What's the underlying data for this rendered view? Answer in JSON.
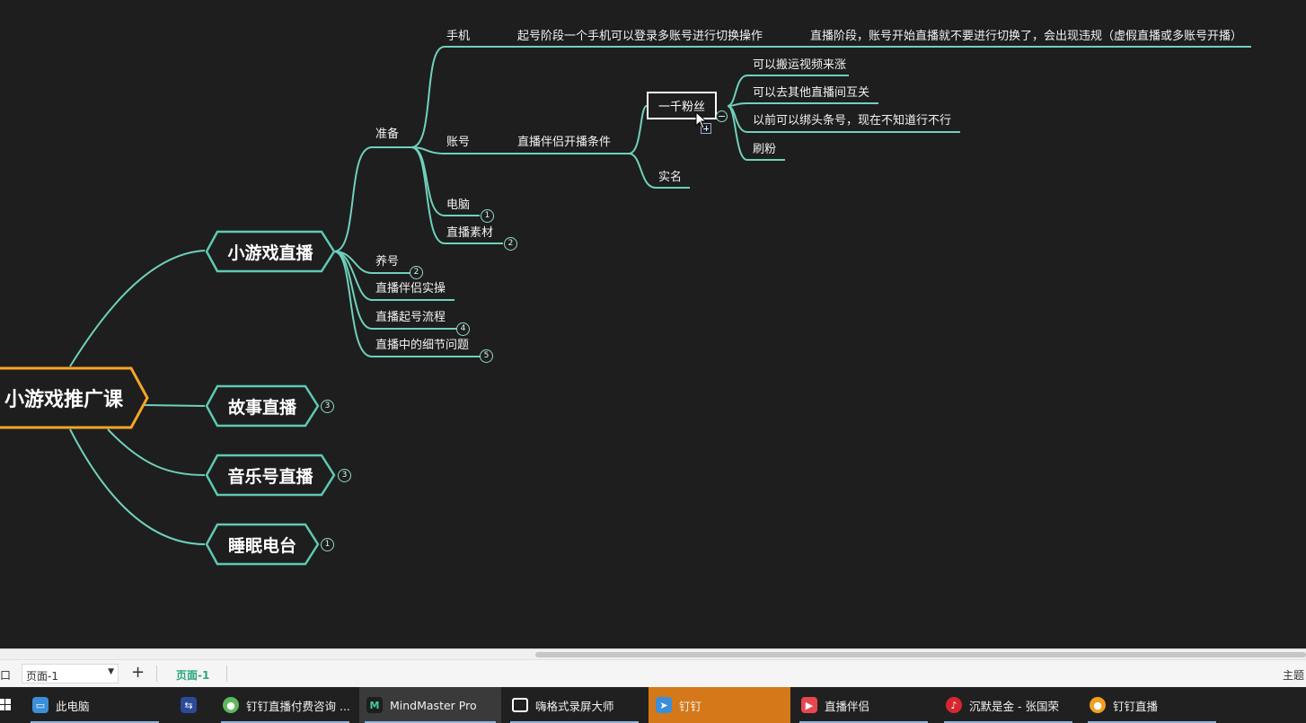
{
  "mindmap": {
    "root": "小游戏推广课",
    "branches": {
      "b1": "小游戏直播",
      "b2": "故事直播",
      "b3": "音乐号直播",
      "b4": "睡眠电台"
    },
    "badges": {
      "b2": "3",
      "b3": "3",
      "b4": "1"
    },
    "prep": "准备",
    "prep_children": {
      "phone": "手机",
      "account": "账号",
      "pc": "电脑",
      "material": "直播素材"
    },
    "phone_detail_1": "起号阶段一个手机可以登录多账号进行切换操作",
    "phone_detail_2": "直播阶段，账号开始直播就不要进行切换了，会出现违规（虚假直播或多账号开播）",
    "account_condition": "直播伴侣开播条件",
    "followers": "一千粉丝",
    "realname": "实名",
    "follower_ways": {
      "w1": "可以搬运视频来涨",
      "w2": "可以去其他直播间互关",
      "w3": "以前可以绑头条号，现在不知道行不行",
      "w4": "刷粉"
    },
    "pc_badge": "1",
    "material_badge": "2",
    "other_items": {
      "raise": "养号",
      "practice": "直播伴侣实操",
      "flow": "直播起号流程",
      "detail": "直播中的细节问题"
    },
    "other_badges": {
      "raise": "2",
      "flow": "4",
      "detail": "5"
    }
  },
  "pagebar": {
    "left_cut": "口",
    "page_select": "页面-1",
    "add": "+",
    "tab": "页面-1",
    "right_cut": "主题"
  },
  "taskbar": {
    "items": [
      {
        "label": "此电脑",
        "icon": "computer-icon"
      },
      {
        "label": "钉钉直播付费咨询 ...",
        "icon": "dingtalk-green-icon"
      },
      {
        "label": "MindMaster Pro",
        "icon": "mindmaster-icon"
      },
      {
        "label": "嗨格式录屏大师",
        "icon": "recorder-icon"
      },
      {
        "label": "钉钉",
        "icon": "dingtalk-icon"
      },
      {
        "label": "直播伴侣",
        "icon": "live-companion-icon"
      },
      {
        "label": "沉默是金 - 张国荣",
        "icon": "netease-music-icon"
      },
      {
        "label": "钉钉直播",
        "icon": "dingtalk-live-icon"
      }
    ]
  },
  "colors": {
    "line": "#6fd1bd",
    "node_border": "#5ec9b4",
    "root_border": "#f5a623",
    "canvas": "#1e1e1e"
  }
}
